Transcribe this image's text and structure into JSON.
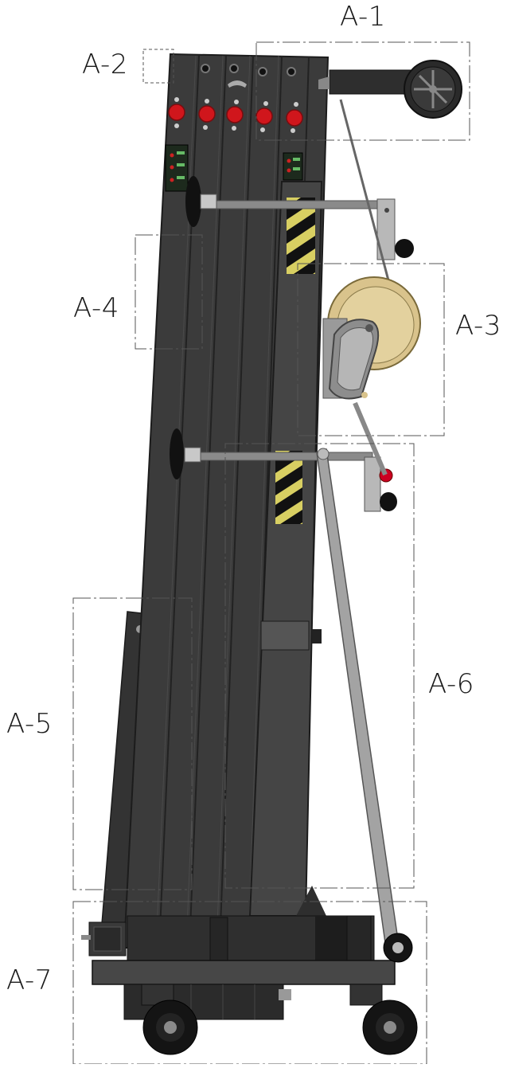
{
  "diagram": {
    "callouts": [
      {
        "id": "A-1",
        "label": "A-1"
      },
      {
        "id": "A-2",
        "label": "A-2"
      },
      {
        "id": "A-3",
        "label": "A-3"
      },
      {
        "id": "A-4",
        "label": "A-4"
      },
      {
        "id": "A-5",
        "label": "A-5"
      },
      {
        "id": "A-6",
        "label": "A-6"
      },
      {
        "id": "A-7",
        "label": "A-7"
      }
    ],
    "colors": {
      "mast": "#3b3b3b",
      "mast_dark": "#2a2a2a",
      "mast_edge": "#1c1c1c",
      "panel": "#4a4a4a",
      "hazard_yellow": "#d8cf62",
      "hazard_black": "#111111",
      "red_indicator": "#d0161c",
      "winch_drum": "#d9c38c",
      "steel": "#9a9a9a",
      "wheel": "#151515",
      "callout_line": "#555555"
    }
  }
}
